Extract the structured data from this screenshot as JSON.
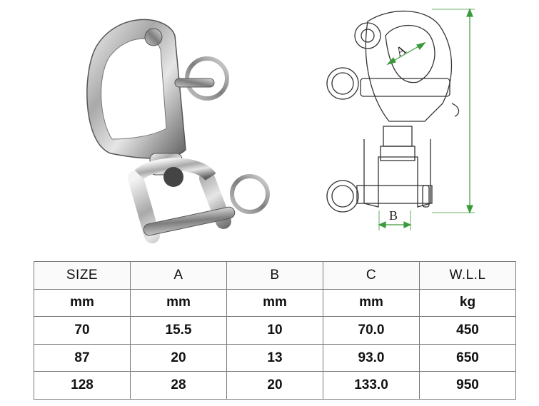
{
  "diagram": {
    "label_a": "A",
    "label_b": "B"
  },
  "table": {
    "headers": [
      "SIZE",
      "A",
      "B",
      "C",
      "W.L.L"
    ],
    "units": [
      "mm",
      "mm",
      "mm",
      "mm",
      "kg"
    ],
    "rows": [
      [
        "70",
        "15.5",
        "10",
        "70.0",
        "450"
      ],
      [
        "87",
        "20",
        "13",
        "93.0",
        "650"
      ],
      [
        "128",
        "28",
        "20",
        "133.0",
        "950"
      ]
    ]
  }
}
